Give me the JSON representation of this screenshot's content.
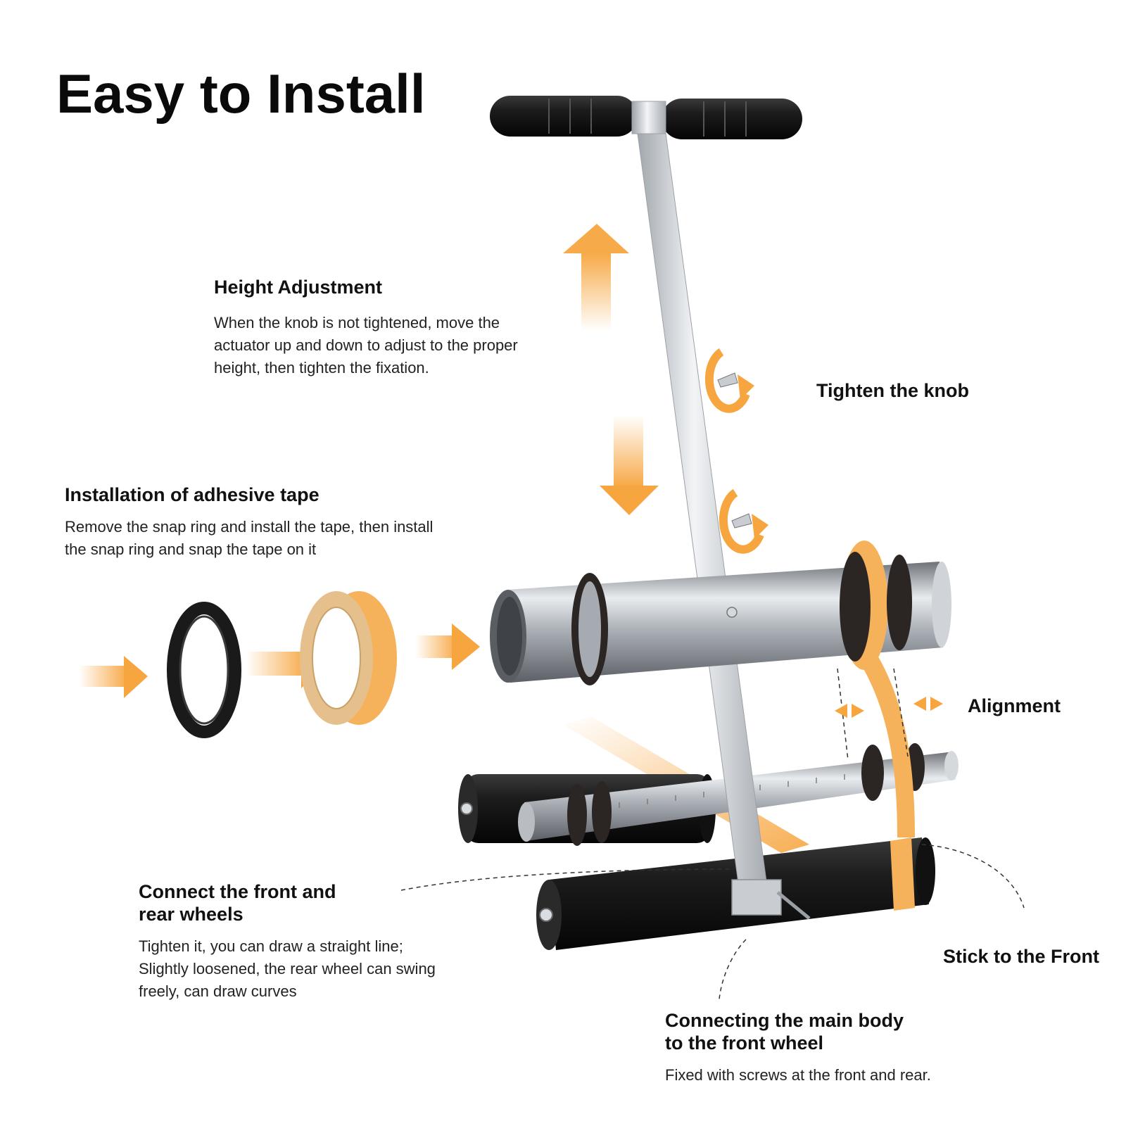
{
  "title": "Easy to Install",
  "height_adjustment": {
    "heading": "Height Adjustment",
    "lines": [
      "When the knob is not tightened, move the",
      "actuator up and down to adjust to the proper",
      "height, then tighten the fixation."
    ]
  },
  "tighten_knob": {
    "heading": "Tighten the knob"
  },
  "adhesive_tape": {
    "heading": "Installation of adhesive tape",
    "lines": [
      "Remove the snap ring and install the tape, then install",
      "the snap ring and snap the tape on it"
    ]
  },
  "alignment": {
    "heading": "Alignment"
  },
  "connect_wheels": {
    "heading_lines": [
      "Connect the front and",
      "rear wheels"
    ],
    "lines": [
      "Tighten it, you can draw a straight line;",
      "Slightly loosened, the rear wheel can swing",
      "freely, can draw curves"
    ]
  },
  "stick_front": {
    "heading": "Stick to the Front"
  },
  "connect_body": {
    "heading_lines": [
      "Connecting the main body",
      "to the front wheel"
    ],
    "lines": [
      "Fixed with screws at the front and rear."
    ]
  },
  "colors": {
    "accent": "#f7a53f",
    "tape": "#f6b25a",
    "rubber": "#1a1a1a",
    "metal": "#b8bcc2"
  },
  "icons": [
    "handle-grip-icon",
    "wing-knob-icon",
    "snap-ring-icon",
    "tape-roll-icon",
    "arrow-icon"
  ]
}
